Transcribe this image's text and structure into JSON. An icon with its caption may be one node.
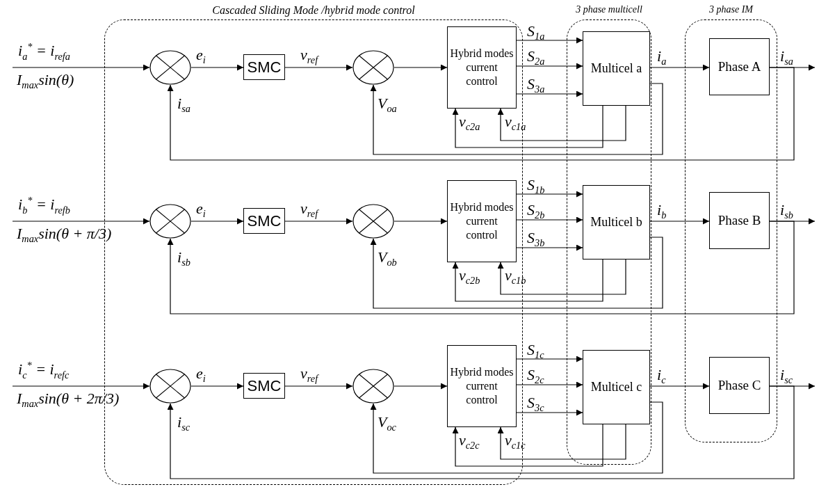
{
  "diagram": {
    "nodes": [
      {
        "text": [
          "Cascaded Sliding Mode /hybrid mode control"
        ]
      },
      {
        "text": [
          "3 phase multicell"
        ]
      },
      {
        "text": [
          "3 phase IM"
        ]
      },
      {
        "text": [],
        "shape": "circle",
        "in": 0
      },
      {
        "text": [
          "SMC"
        ],
        "in": 0
      },
      {
        "text": [],
        "shape": "circle",
        "in": 0
      },
      {
        "text": [
          "Hybrid modes current control"
        ],
        "in": 0
      },
      {
        "text": [
          "Multicel a"
        ],
        "in": 1
      },
      {
        "text": [
          "Phase A"
        ],
        "in": 2
      },
      {
        "text": [],
        "shape": "circle",
        "in": 0
      },
      {
        "text": [
          "SMC"
        ],
        "in": 0
      },
      {
        "text": [],
        "shape": "circle",
        "in": 0
      },
      {
        "text": [
          "Hybrid modes current control"
        ],
        "in": 0
      },
      {
        "text": [
          "Multicel b"
        ],
        "in": 1
      },
      {
        "text": [
          "Phase B"
        ],
        "in": 2
      },
      {
        "text": [],
        "shape": "circle",
        "in": 0
      },
      {
        "text": [
          "SMC"
        ],
        "in": 0
      },
      {
        "text": [],
        "shape": "circle",
        "in": 0
      },
      {
        "text": [
          "Hybrid modes current control"
        ],
        "in": 0
      },
      {
        "text": [
          "Multicel c"
        ],
        "in": 1
      },
      {
        "text": [
          "Phase C"
        ],
        "in": 2
      }
    ],
    "edges": [
      {
        "from": null,
        "to": 3,
        "arrow": "to",
        "label": "i$_{a}$$^{*}$ = i$_{refa}$"
      },
      {
        "from": 3,
        "to": 4,
        "arrow": "to",
        "label": "e$_{i}$"
      },
      {
        "from": 4,
        "to": 5,
        "arrow": "to",
        "label": "v$_{ref}$"
      },
      {
        "from": 5,
        "to": 6,
        "arrow": "to"
      },
      {
        "from": 6,
        "to": 7,
        "arrow": "to",
        "label": "S$_{1a}$"
      },
      {
        "from": 6,
        "to": 7,
        "arrow": "to",
        "label": "S$_{2a}$"
      },
      {
        "from": 6,
        "to": 7,
        "arrow": "to",
        "label": "S$_{3a}$"
      },
      {
        "from": 7,
        "to": 8,
        "arrow": "to",
        "label": "i$_{a}$"
      },
      {
        "from": 8,
        "to": null,
        "arrow": "to",
        "label": "i$_{sa}$"
      },
      {
        "from": 8,
        "to": 3,
        "arrow": "to",
        "label": "i$_{sa}$"
      },
      {
        "from": 7,
        "to": 5,
        "arrow": "to",
        "label": "V$_{oa}$"
      },
      {
        "from": 7,
        "to": 6,
        "arrow": "to",
        "label": "v$_{c2a}$"
      },
      {
        "from": 7,
        "to": 6,
        "arrow": "to",
        "label": "v$_{c1a}$"
      },
      {
        "from": null,
        "to": 9,
        "arrow": "to",
        "label": "i$_{b}$$^{*}$ = i$_{refb}$"
      },
      {
        "from": 9,
        "to": 10,
        "arrow": "to",
        "label": "e$_{i}$"
      },
      {
        "from": 10,
        "to": 11,
        "arrow": "to",
        "label": "v$_{ref}$"
      },
      {
        "from": 11,
        "to": 12,
        "arrow": "to"
      },
      {
        "from": 12,
        "to": 13,
        "arrow": "to",
        "label": "S$_{1b}$"
      },
      {
        "from": 12,
        "to": 13,
        "arrow": "to",
        "label": "S$_{2b}$"
      },
      {
        "from": 12,
        "to": 13,
        "arrow": "to",
        "label": "S$_{3b}$"
      },
      {
        "from": 13,
        "to": 14,
        "arrow": "to",
        "label": "i$_{b}$"
      },
      {
        "from": 14,
        "to": null,
        "arrow": "to",
        "label": "i$_{sb}$"
      },
      {
        "from": 14,
        "to": 9,
        "arrow": "to",
        "label": "i$_{sb}$"
      },
      {
        "from": 13,
        "to": 11,
        "arrow": "to",
        "label": "V$_{ob}$"
      },
      {
        "from": 13,
        "to": 12,
        "arrow": "to",
        "label": "v$_{c2b}$"
      },
      {
        "from": 13,
        "to": 12,
        "arrow": "to",
        "label": "v$_{c1b}$"
      },
      {
        "from": null,
        "to": 15,
        "arrow": "to",
        "label": "i$_{c}$$^{*}$ = i$_{refc}$"
      },
      {
        "from": 15,
        "to": 16,
        "arrow": "to",
        "label": "e$_{i}$"
      },
      {
        "from": 16,
        "to": 17,
        "arrow": "to",
        "label": "v$_{ref}$"
      },
      {
        "from": 17,
        "to": 18,
        "arrow": "to"
      },
      {
        "from": 18,
        "to": 19,
        "arrow": "to",
        "label": "S$_{1c}$"
      },
      {
        "from": 18,
        "to": 19,
        "arrow": "to",
        "label": "S$_{2c}$"
      },
      {
        "from": 18,
        "to": 19,
        "arrow": "to",
        "label": "S$_{3c}$"
      },
      {
        "from": 19,
        "to": 20,
        "arrow": "to",
        "label": "i$_{c}$"
      },
      {
        "from": 20,
        "to": null,
        "arrow": "to",
        "label": "i$_{sc}$"
      },
      {
        "from": 20,
        "to": 15,
        "arrow": "to",
        "label": "i$_{sc}$"
      },
      {
        "from": 19,
        "to": 17,
        "arrow": "to",
        "label": "V$_{oc}$"
      },
      {
        "from": 19,
        "to": 18,
        "arrow": "to",
        "label": "v$_{c2c}$"
      },
      {
        "from": 19,
        "to": 18,
        "arrow": "to",
        "label": "v$_{c1c}$"
      }
    ],
    "labels": [
      "I$_{max}$sin(θ)",
      "I$_{max}$sin(θ + π/3)",
      "I$_{max}$sin(θ + 2π/3)"
    ]
  }
}
